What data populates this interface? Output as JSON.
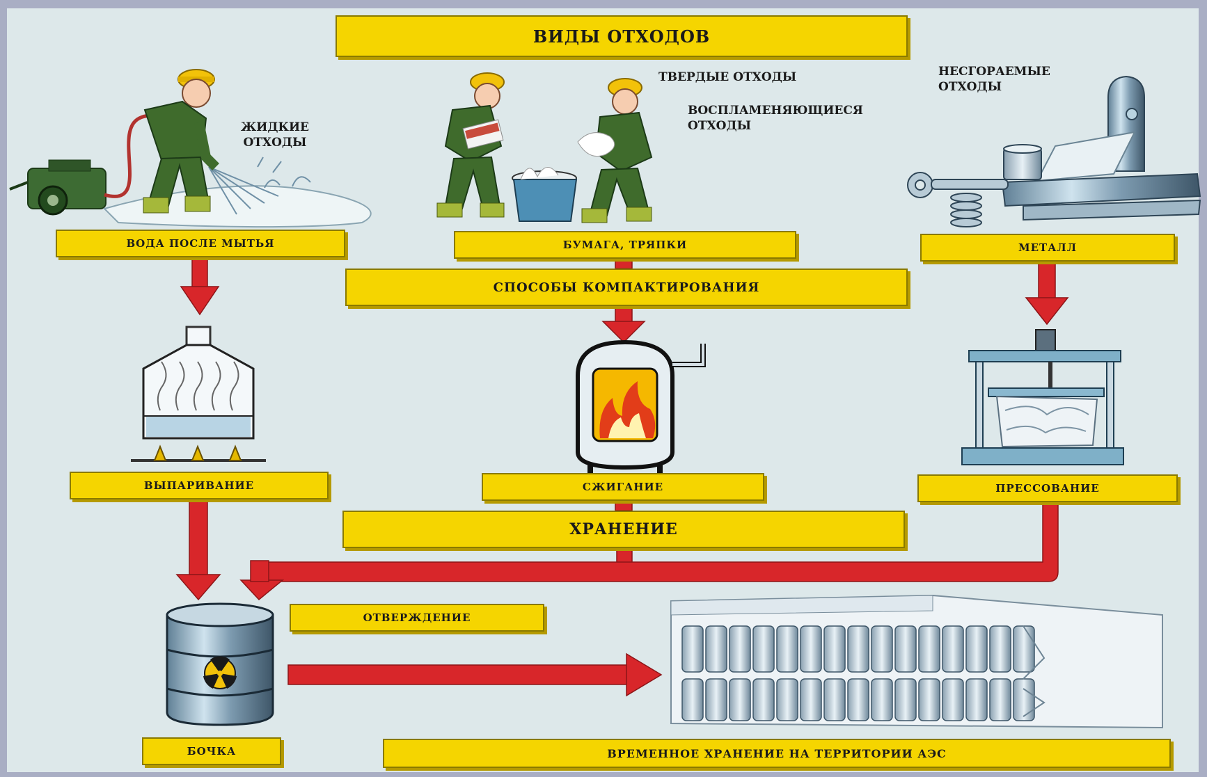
{
  "title": "ВИДЫ ОТХОДОВ",
  "categories": {
    "liquid": "ЖИДКИЕ\nОТХОДЫ",
    "solid": "ТВЕРДЫЕ ОТХОДЫ",
    "flammable": "ВОСПЛАМЕНЯЮЩИЕСЯ\nОТХОДЫ",
    "nonflammable": "НЕСГОРАЕМЫЕ\nОТХОДЫ"
  },
  "sources": {
    "water": "ВОДА ПОСЛЕ МЫТЬЯ",
    "paper": "БУМАГА, ТРЯПКИ",
    "metal": "МЕТАЛЛ"
  },
  "compaction": "СПОСОБЫ КОМПАКТИРОВАНИЯ",
  "methods": {
    "evaporation": "ВЫПАРИВАНИЕ",
    "burning": "СЖИГАНИЕ",
    "pressing": "ПРЕССОВАНИЕ"
  },
  "storage": "ХРАНЕНИЕ",
  "solidification": "ОТВЕРЖДЕНИЕ",
  "barrel": "БОЧКА",
  "temp_storage": "ВРЕМЕННОЕ ХРАНЕНИЕ НА ТЕРРИТОРИИ АЭС",
  "colors": {
    "label_yellow": "#f5d500",
    "arrow_red": "#d8262a",
    "background": "#dde8ea",
    "uniform_green": "#3f6b2c",
    "helmet_yellow": "#f2c20a"
  }
}
